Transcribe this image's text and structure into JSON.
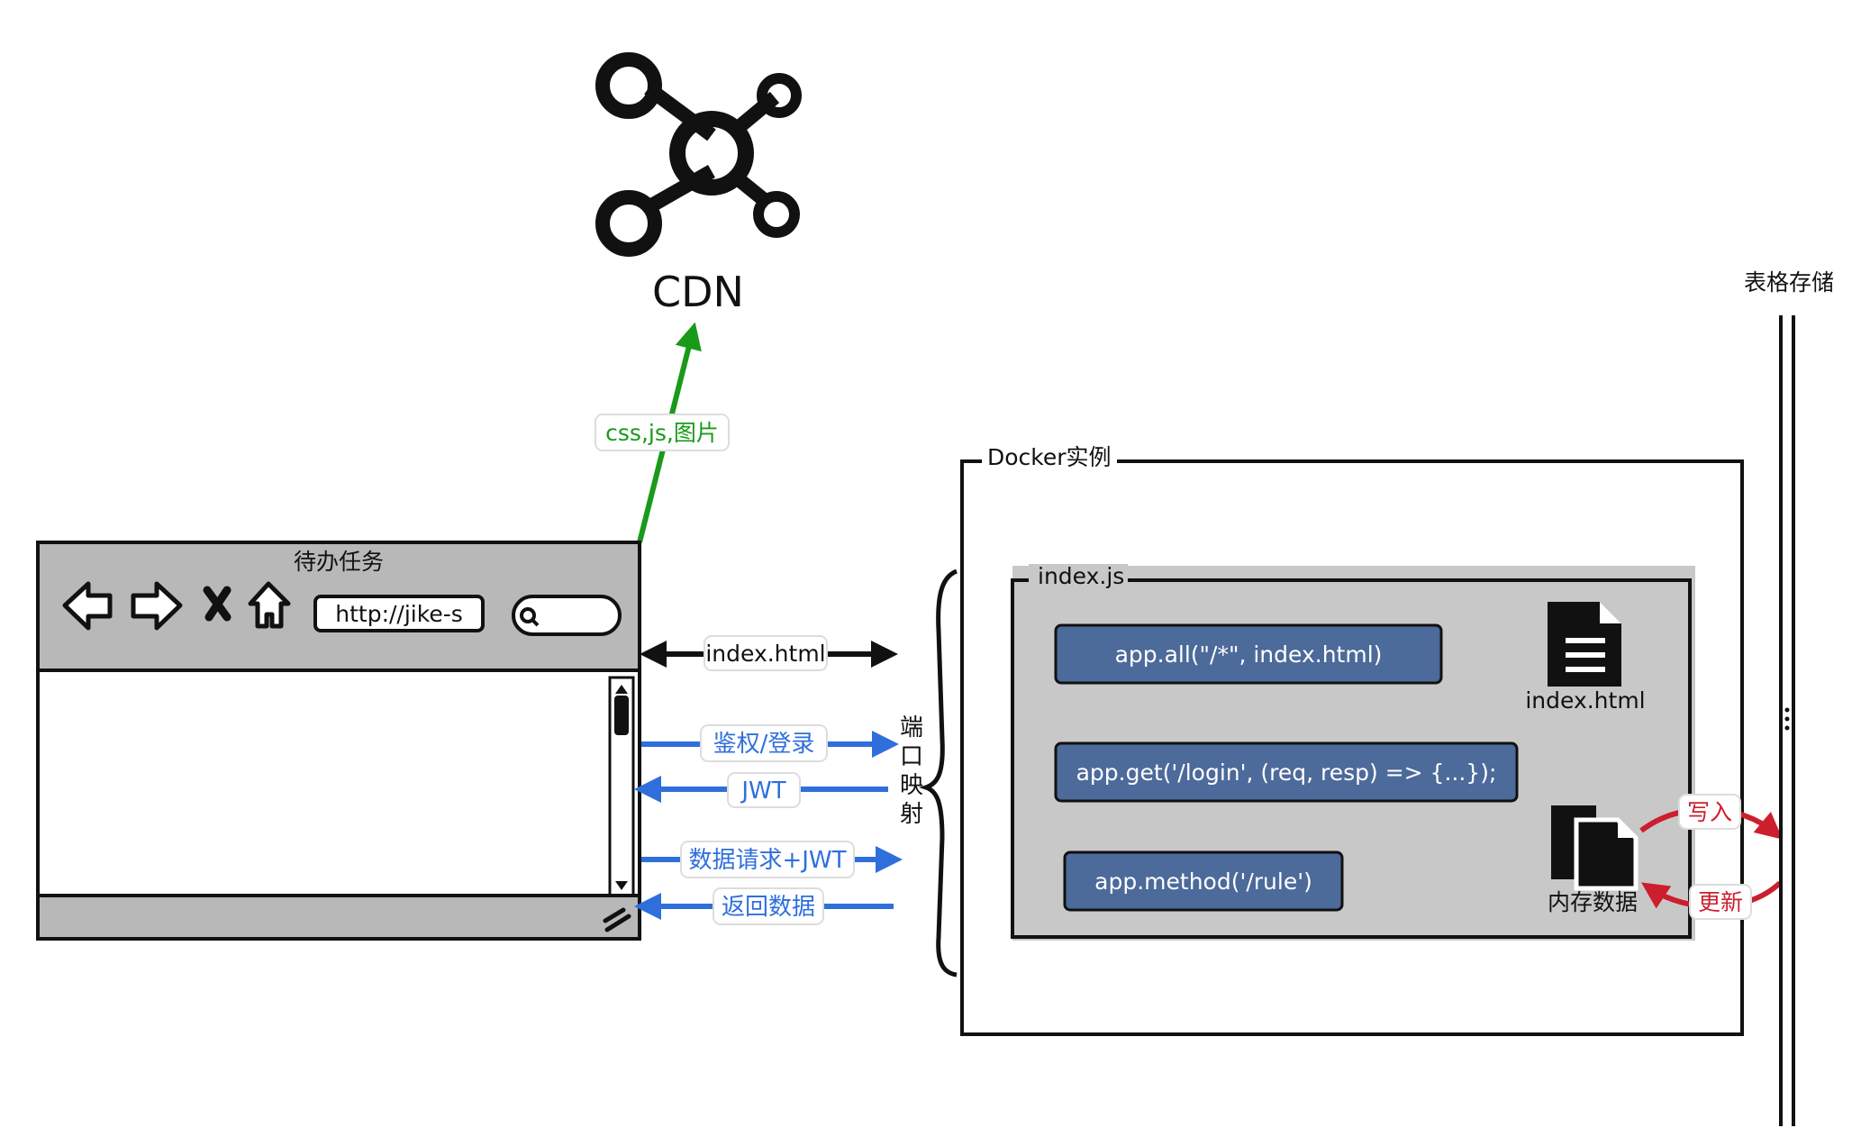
{
  "cdn": {
    "label": "CDN",
    "icon": "network-hub-icon"
  },
  "browser": {
    "title": "待办任务",
    "url": "http://jike-s",
    "icons": [
      "back-arrow-icon",
      "forward-arrow-icon",
      "close-x-icon",
      "home-icon",
      "search-icon",
      "scrollbar-up-icon",
      "scrollbar-down-icon",
      "resize-grip-icon"
    ]
  },
  "labels": {
    "green_arrow": "css,js,图片",
    "index_html": "index.html",
    "auth_login": "鉴权/登录",
    "jwt": "JWT",
    "data_request": "数据请求+JWT",
    "return_data": "返回数据",
    "port_mapping": [
      "端",
      "口",
      "映",
      "射"
    ],
    "write": "写入",
    "update": "更新"
  },
  "docker": {
    "title": "Docker实例",
    "indexjs": {
      "title": "index.js",
      "routes": [
        "app.all(\"/*\", index.html)",
        "app.get('/login', (req, resp) => {...});",
        "app.method('/rule')"
      ],
      "file_label": "index.html",
      "memory_label": "内存数据"
    }
  },
  "storage": {
    "title": "表格存储"
  },
  "colors": {
    "green": "#1a9a1a",
    "blue": "#2f6fdc",
    "red": "#cc1f2e",
    "route_fill": "#4c6a9a",
    "indexjs_bg": "#c8c8c8",
    "browser_bar": "#b8b8b8"
  }
}
